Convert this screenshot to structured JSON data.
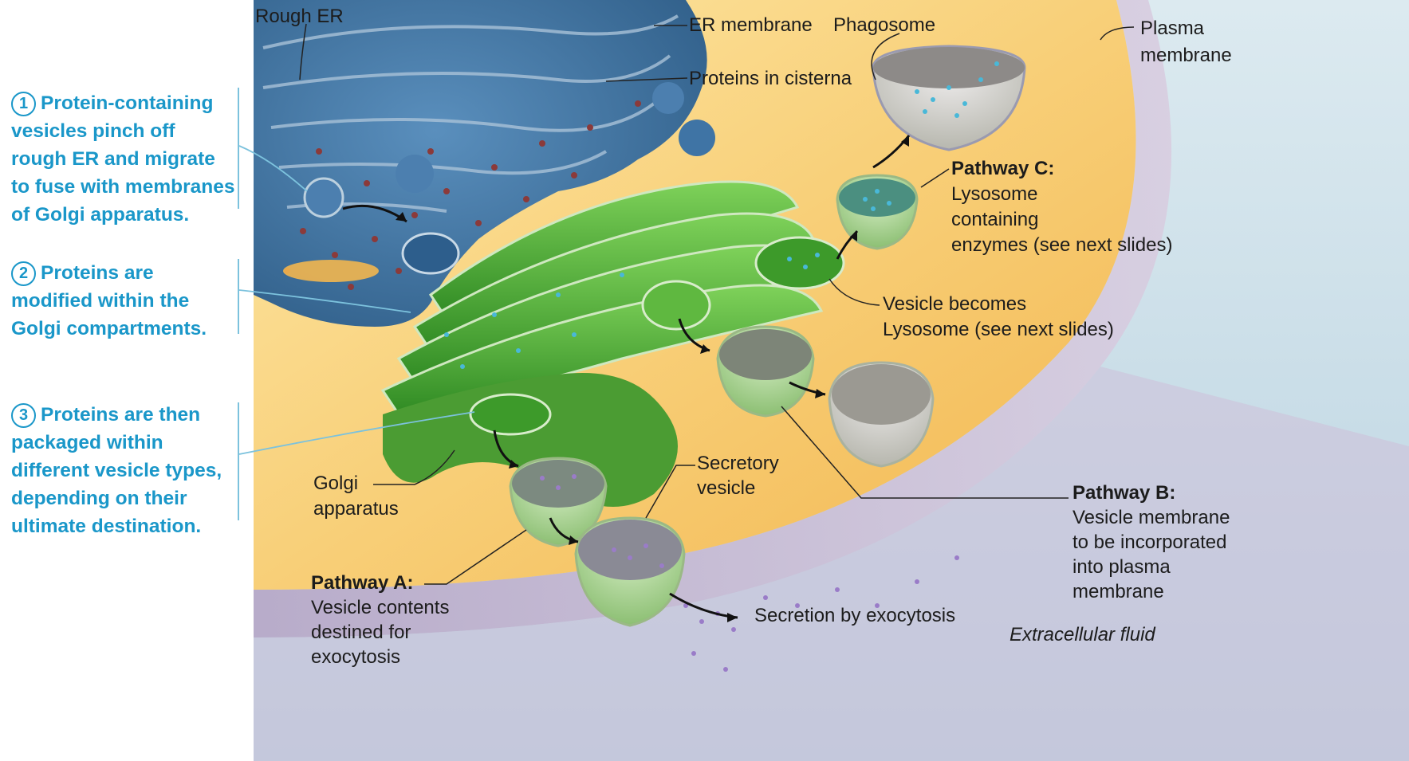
{
  "steps": [
    {
      "num": "1",
      "lines": [
        "Protein-containing",
        "vesicles pinch off",
        "rough ER and migrate",
        "to fuse with membranes",
        "of Golgi apparatus."
      ]
    },
    {
      "num": "2",
      "lines": [
        "Proteins are",
        "modified within the",
        "Golgi compartments."
      ]
    },
    {
      "num": "3",
      "lines": [
        "Proteins are then",
        "packaged within",
        "different vesicle types,",
        "depending on their",
        "ultimate destination."
      ]
    }
  ],
  "labels": {
    "rough_er": "Rough ER",
    "er_membrane": "ER membrane",
    "phagosome": "Phagosome",
    "plasma_membrane": [
      "Plasma",
      "membrane"
    ],
    "proteins_in_cisterna": "Proteins in cisterna",
    "pathway_c": {
      "title": "Pathway C:",
      "lines": [
        "Lysosome",
        "containing",
        "enzymes (see next slides)"
      ]
    },
    "vesicle_becomes": [
      "Vesicle becomes",
      "Lysosome (see next slides)"
    ],
    "golgi_apparatus": [
      "Golgi",
      "apparatus"
    ],
    "secretory_vesicle": [
      "Secretory",
      "vesicle"
    ],
    "pathway_b": {
      "title": "Pathway B:",
      "lines": [
        "Vesicle membrane",
        "to be incorporated",
        "into plasma",
        "membrane"
      ]
    },
    "pathway_a": {
      "title": "Pathway A:",
      "lines": [
        "Vesicle contents",
        "destined for",
        "exocytosis"
      ]
    },
    "secretion": "Secretion by exocytosis",
    "extracellular_fluid": "Extracellular fluid"
  },
  "colors": {
    "step_text": "#1a97c9",
    "cytoplasm": "#f7c66b",
    "er": "#3b6f9c",
    "golgi": "#4fae3a",
    "extracellular": "#c4dde8"
  }
}
